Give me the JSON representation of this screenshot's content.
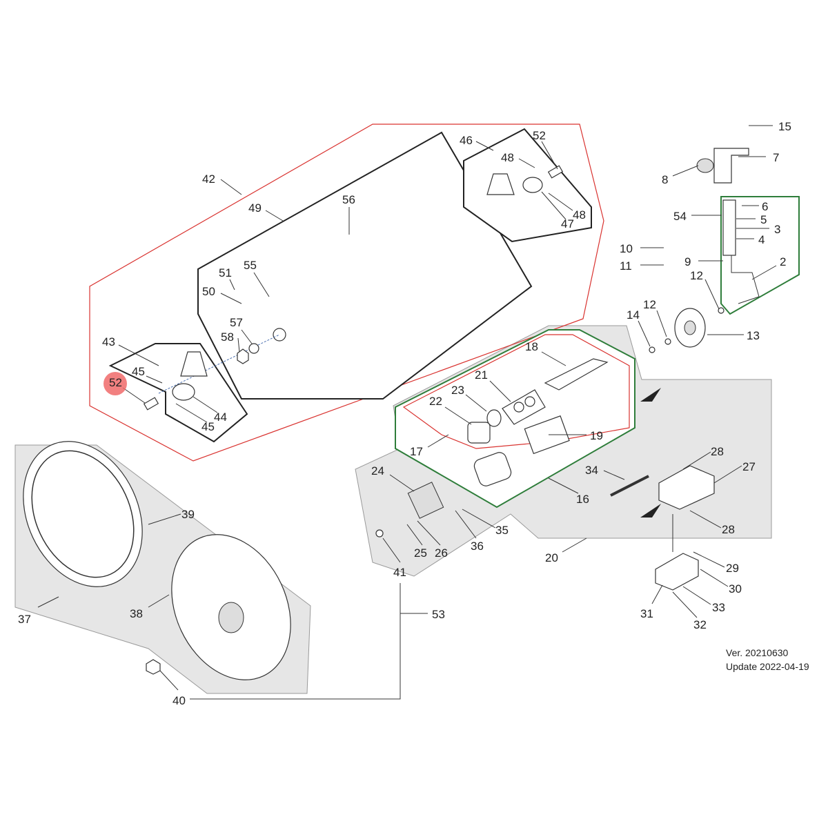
{
  "labels": {
    "l42": "42",
    "l49": "49",
    "l56": "56",
    "l46": "46",
    "l52a": "52",
    "l48a": "48",
    "l48b": "48",
    "l47": "47",
    "l15": "15",
    "l7": "7",
    "l8": "8",
    "l54": "54",
    "l6": "6",
    "l5": "5",
    "l3": "3",
    "l4": "4",
    "l10": "10",
    "l11": "11",
    "l9": "9",
    "l2": "2",
    "l12a": "12",
    "l12b": "12",
    "l14": "14",
    "l13": "13",
    "l51": "51",
    "l55": "55",
    "l50": "50",
    "l57": "57",
    "l58": "58",
    "l43": "43",
    "l45a": "45",
    "l52b": "52",
    "l44": "44",
    "l45b": "45",
    "l18": "18",
    "l21": "21",
    "l23": "23",
    "l22": "22",
    "l19": "19",
    "l17": "17",
    "l16": "16",
    "l24": "24",
    "l34": "34",
    "l28a": "28",
    "l27": "27",
    "l28b": "28",
    "l35": "35",
    "l36": "36",
    "l25": "25",
    "l26": "26",
    "l20": "20",
    "l41": "41",
    "l29": "29",
    "l30": "30",
    "l31": "31",
    "l33": "33",
    "l32": "32",
    "l39": "39",
    "l37": "37",
    "l38": "38",
    "l53": "53",
    "l40": "40"
  },
  "version": "Ver. 20210630",
  "update": "Update 2022-04-19",
  "colors": {
    "red_group": "#d9322f",
    "green_group": "#2e7d3a",
    "highlight": "#f06a6a",
    "region_fill": "#e6e6e6"
  }
}
